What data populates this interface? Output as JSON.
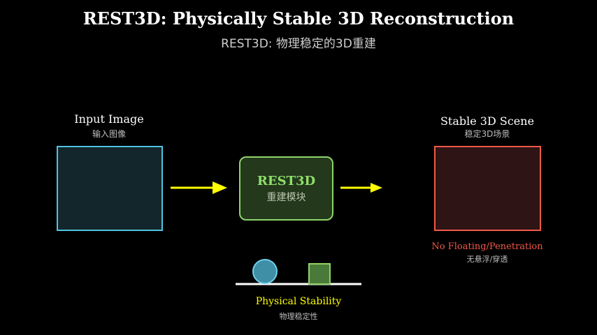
{
  "header": {
    "title": "REST3D: Physically Stable 3D Reconstruction",
    "subtitle": "REST3D: 物理稳定的3D重建"
  },
  "input": {
    "label_en": "Input Image",
    "label_zh": "输入图像"
  },
  "module": {
    "name": "REST3D",
    "name_zh": "重建模块"
  },
  "output": {
    "label_en": "Stable 3D Scene",
    "label_zh": "稳定3D场景",
    "note_en": "No Floating/Penetration",
    "note_zh": "无悬浮/穿透"
  },
  "stability": {
    "label_en": "Physical Stability",
    "label_zh": "物理稳定性"
  },
  "colors": {
    "background": "#000000",
    "input_border": "#4fc3e0",
    "module_border": "#8fd46a",
    "output_border": "#f0584a",
    "arrow": "#ffff00",
    "stability_label": "#ffff00",
    "note": "#f0584a"
  }
}
